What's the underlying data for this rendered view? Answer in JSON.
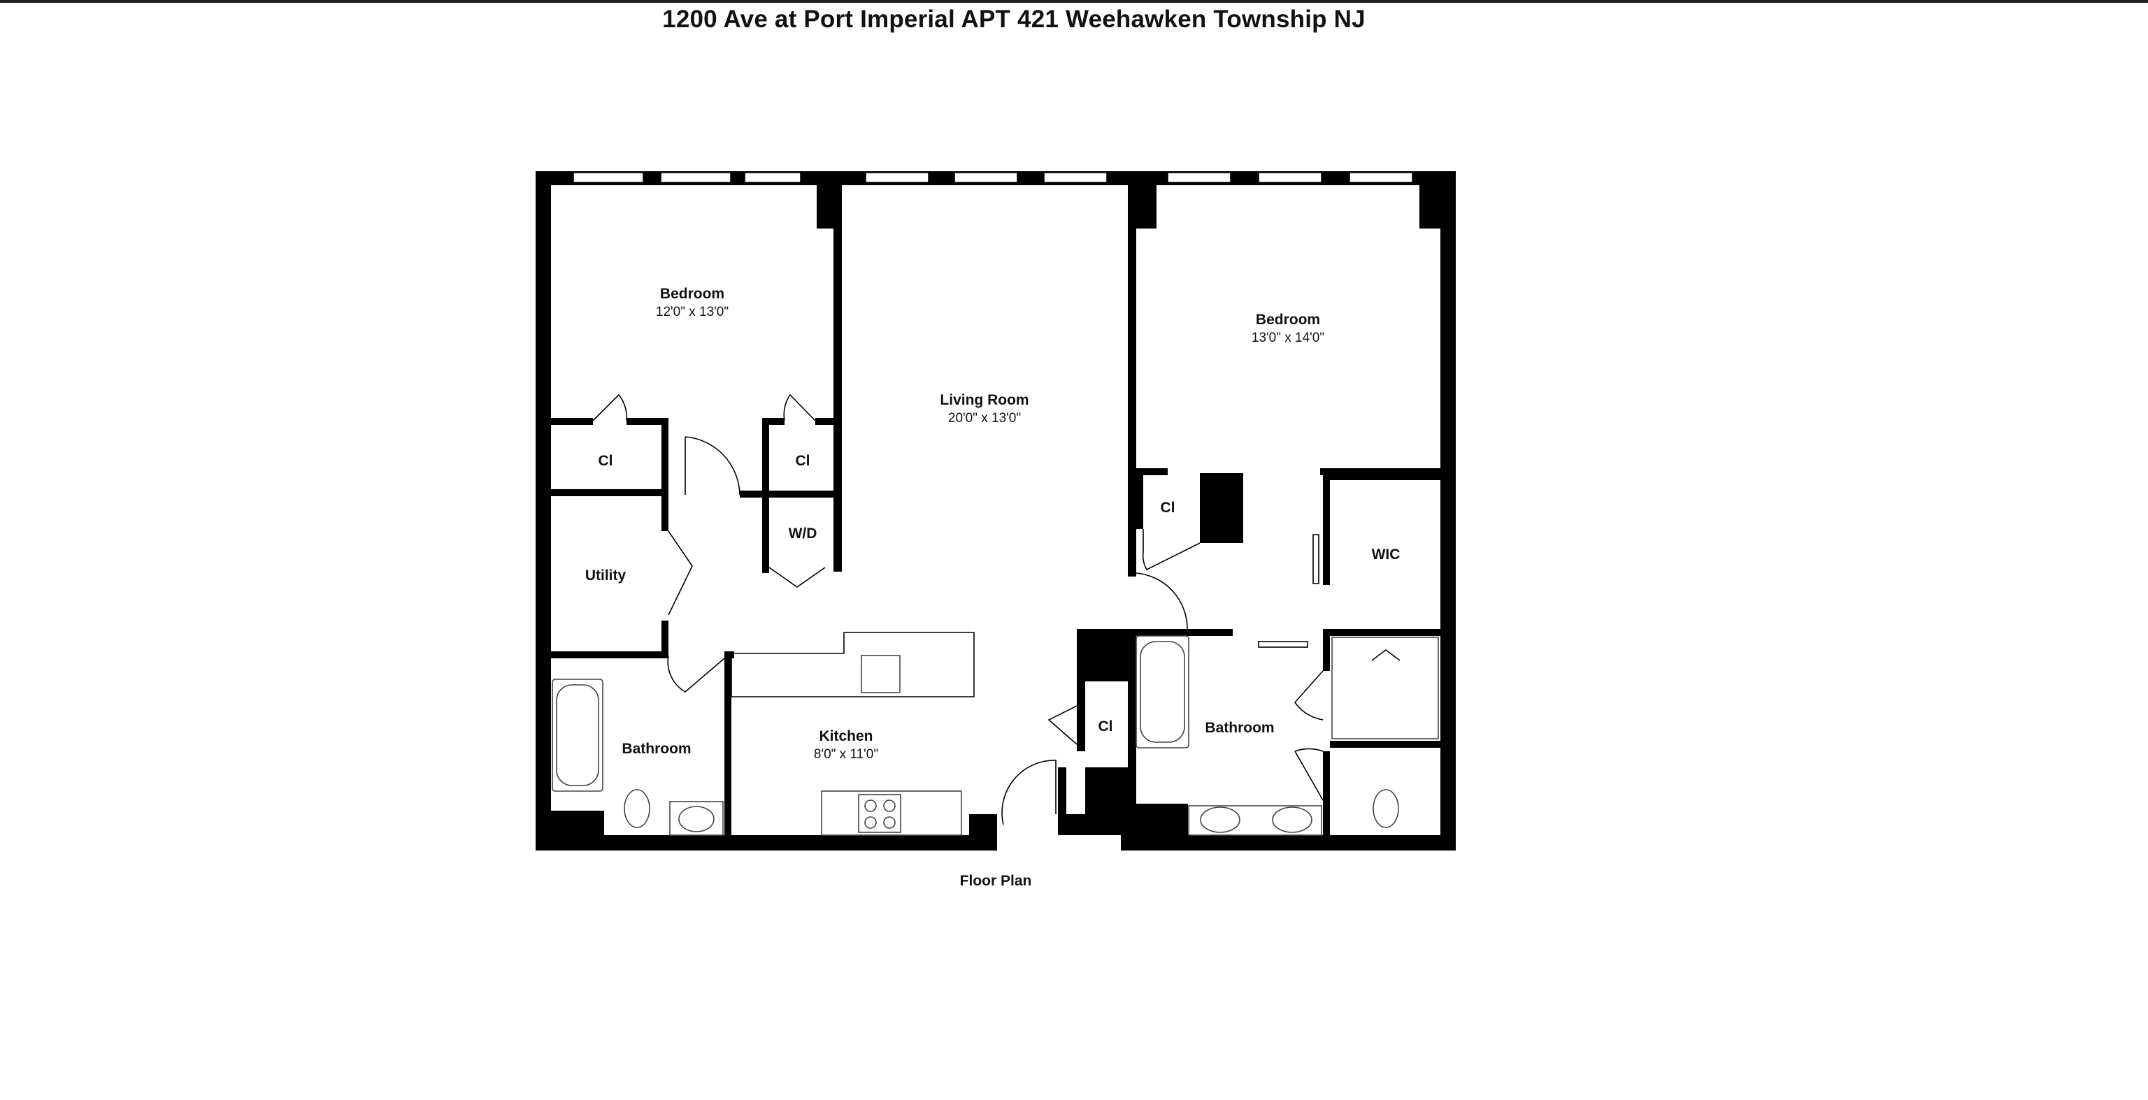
{
  "title": "1200 Ave at Port Imperial APT 421 Weehawken Township NJ",
  "caption": "Floor Plan",
  "rooms": {
    "bedroom_left": {
      "name": "Bedroom",
      "dims": "12'0\" x 13'0\""
    },
    "living_room": {
      "name": "Living Room",
      "dims": "20'0\" x 13'0\""
    },
    "bedroom_right": {
      "name": "Bedroom",
      "dims": "13'0\" x 14'0\""
    },
    "closet_left_1": {
      "name": "Cl"
    },
    "closet_left_2": {
      "name": "Cl"
    },
    "washer_dryer": {
      "name": "W/D"
    },
    "utility": {
      "name": "Utility"
    },
    "closet_right": {
      "name": "Cl"
    },
    "walk_in_closet": {
      "name": "WIC"
    },
    "closet_entry": {
      "name": "Cl"
    },
    "bathroom_left": {
      "name": "Bathroom"
    },
    "kitchen": {
      "name": "Kitchen",
      "dims": "8'0\" x 11'0\""
    },
    "bathroom_right": {
      "name": "Bathroom"
    }
  },
  "colors": {
    "wall": "#000000",
    "background": "#ffffff"
  }
}
